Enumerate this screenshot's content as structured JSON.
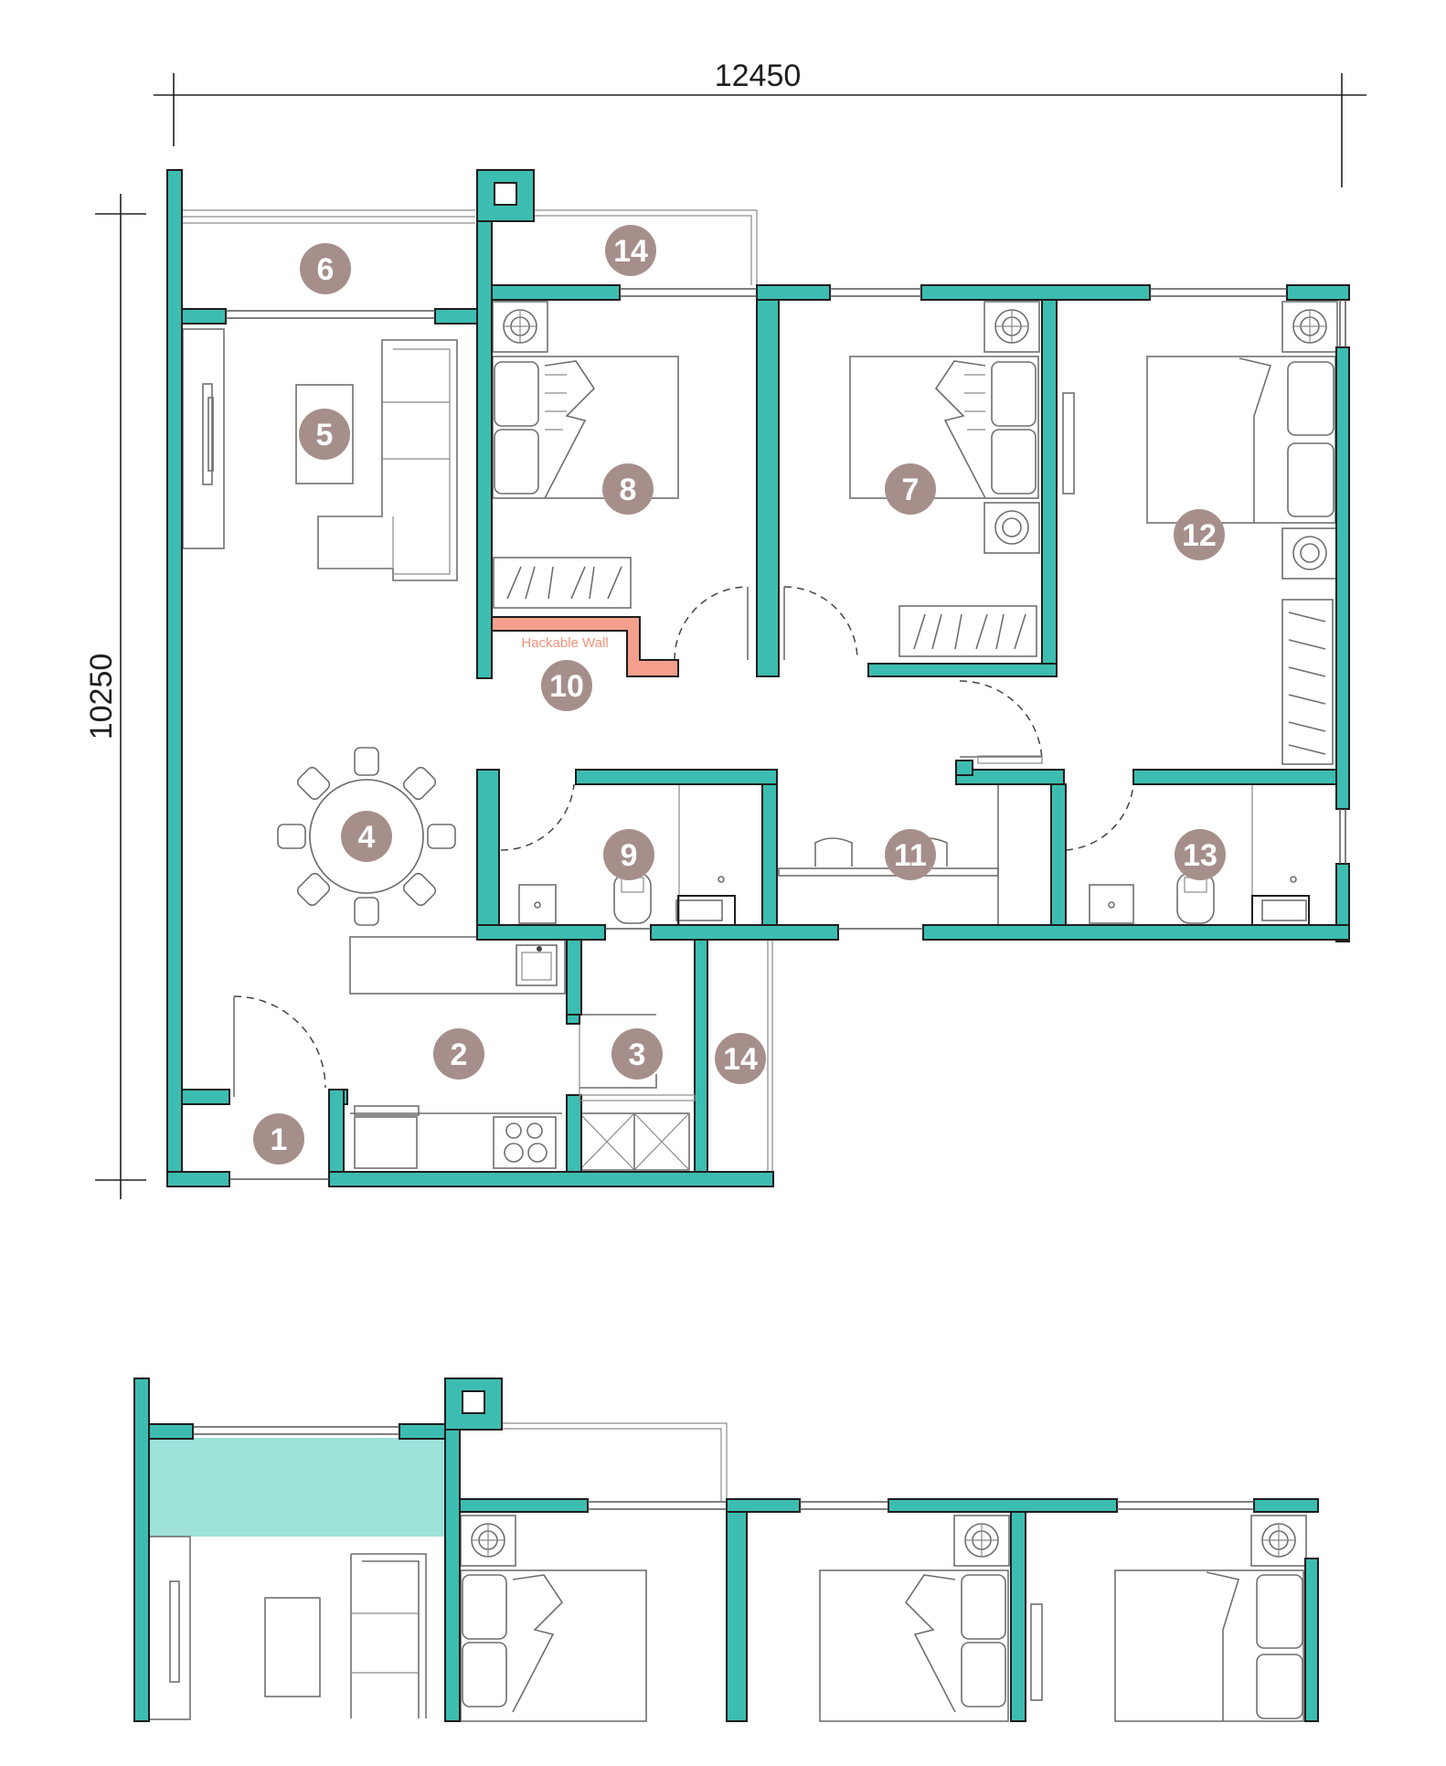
{
  "dimensions": {
    "width_label": "12450",
    "height_label": "10250"
  },
  "hackable_wall_label": "Hackable Wall",
  "rooms": [
    {
      "number": "1"
    },
    {
      "number": "2"
    },
    {
      "number": "3"
    },
    {
      "number": "4"
    },
    {
      "number": "5"
    },
    {
      "number": "6"
    },
    {
      "number": "7"
    },
    {
      "number": "8"
    },
    {
      "number": "9"
    },
    {
      "number": "10"
    },
    {
      "number": "11"
    },
    {
      "number": "12"
    },
    {
      "number": "13"
    },
    {
      "number": "14"
    },
    {
      "number": "14"
    }
  ],
  "colors": {
    "wall": "#3dbdb1",
    "marker": "#a68f8b",
    "hackable_wall": "#f4a08c",
    "highlight_zone": "#9de1d9"
  }
}
